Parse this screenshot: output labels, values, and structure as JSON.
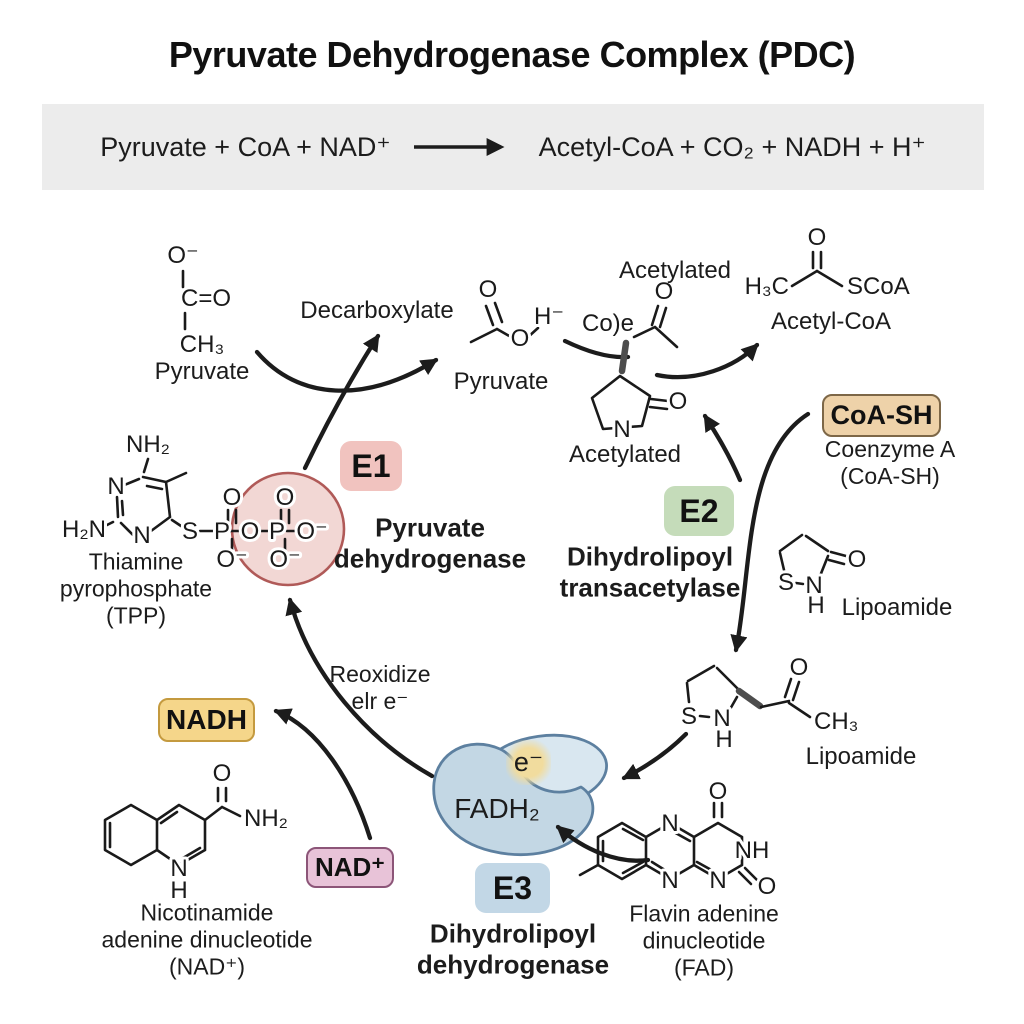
{
  "title": "Pyruvate Dehydrogenase Complex (PDC)",
  "reaction": {
    "left": "Pyruvate + CoA + NAD⁺",
    "right": "Acetyl-CoA + CO₂ + NADH + H⁺"
  },
  "badges": {
    "e1": "E1",
    "e2": "E2",
    "e3": "E3",
    "coash": "CoA-SH",
    "nadh": "NADH",
    "nadplus": "NAD⁺"
  },
  "enzymes": {
    "e1_name": "Pyruvate\ndehydrogenase",
    "e2_name": "Dihydrolipoyl\ntransacetylase",
    "e3_name": "Dihydrolipoyl\ndehydrogenase"
  },
  "labels": {
    "pyruvate_left": "Pyruvate",
    "decarboxylate": "Decarboxylate",
    "pyruvate_mid": "Pyruvate",
    "acetylated_top": "Acetylated",
    "acetylated_bottom": "Acetylated",
    "acetyl_coa": "Acetyl-CoA",
    "coenzyme_a": "Coenzyme A\n(CoA-SH)",
    "lipoamide_1": "Lipoamide",
    "lipoamide_2": "Lipoamide",
    "tpp": "Thiamine\npyrophosphate\n(TPP)",
    "reoxidize": "Reoxidize\nelr e⁻",
    "nad_full": "Nicotinamide\nadenine dinucleotide\n(NAD⁺)",
    "fad_full": "Flavin adenine\ndinucleotide\n(FAD)",
    "fadh2": "FADH₂",
    "electron": "e⁻"
  },
  "molecules": {
    "pyr_left": {
      "atoms": [
        "O⁻",
        "C=O",
        "CH₃"
      ]
    },
    "pyr_mid": {
      "atoms": [
        "O",
        "O",
        "H⁻"
      ]
    },
    "acoa": {
      "atoms": [
        "O",
        "H₃C",
        "SCoA"
      ]
    },
    "acety": {
      "atoms": [
        "Co)e",
        "O",
        "N",
        "O"
      ]
    },
    "tpp": {
      "atoms": [
        "NH₂",
        "N",
        "H₂N",
        "N",
        "S",
        "P",
        "O",
        "O⁻",
        "O",
        "P",
        "O",
        "O⁻",
        "O⁻"
      ]
    },
    "lip1": {
      "atoms": [
        "S",
        "N",
        "H",
        "O"
      ]
    },
    "lip2": {
      "atoms": [
        "S",
        "N",
        "H",
        "O",
        "CH₃"
      ]
    },
    "fad": {
      "atoms": [
        "N",
        "N",
        "O",
        "NH",
        "O",
        "N"
      ]
    },
    "nad": {
      "atoms": [
        "O",
        "NH₂",
        "N",
        "H"
      ]
    }
  },
  "colors": {
    "e1_badge": "#f1c3bf",
    "e2_badge": "#c5dcba",
    "e3_badge": "#c2d7e6",
    "coash_bg": "#eed2a9",
    "coash_border": "#7d6747",
    "nadh_bg": "#f5d68a",
    "nadh_border": "#c49a3f",
    "nad_bg": "#e8c3d8",
    "nad_border": "#8c5578",
    "e1_circle": "#f0d0cd",
    "e1_circle_border": "#b05a58",
    "fadh2_blob": "#c3d7e4",
    "fadh2_blob_back": "#d9e7f0",
    "fadh2_border": "#5d80a0",
    "electron_highlight": "#f1dc9e",
    "banner_bg": "#ececec",
    "ink": "#1c1c1c"
  }
}
